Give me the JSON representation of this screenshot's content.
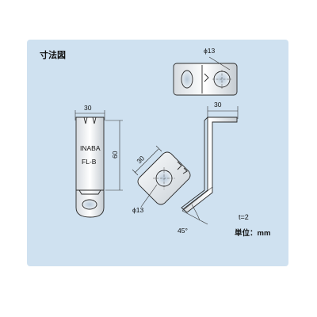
{
  "title": "寸法図",
  "labels": {
    "top_view_hole": "ϕ13",
    "front_width": "30",
    "front_height": "60",
    "marking_brand": "INABA",
    "marking_model": "FL-B",
    "side_width": "30",
    "iso_width": "30",
    "iso_hole": "ϕ13",
    "angle": "45°",
    "thickness": "t=2",
    "unit": "単位：mm"
  },
  "colors": {
    "panel": "#cfe1f0",
    "metal_light": "#f3f5f7",
    "metal_dark": "#b9c1c8"
  }
}
